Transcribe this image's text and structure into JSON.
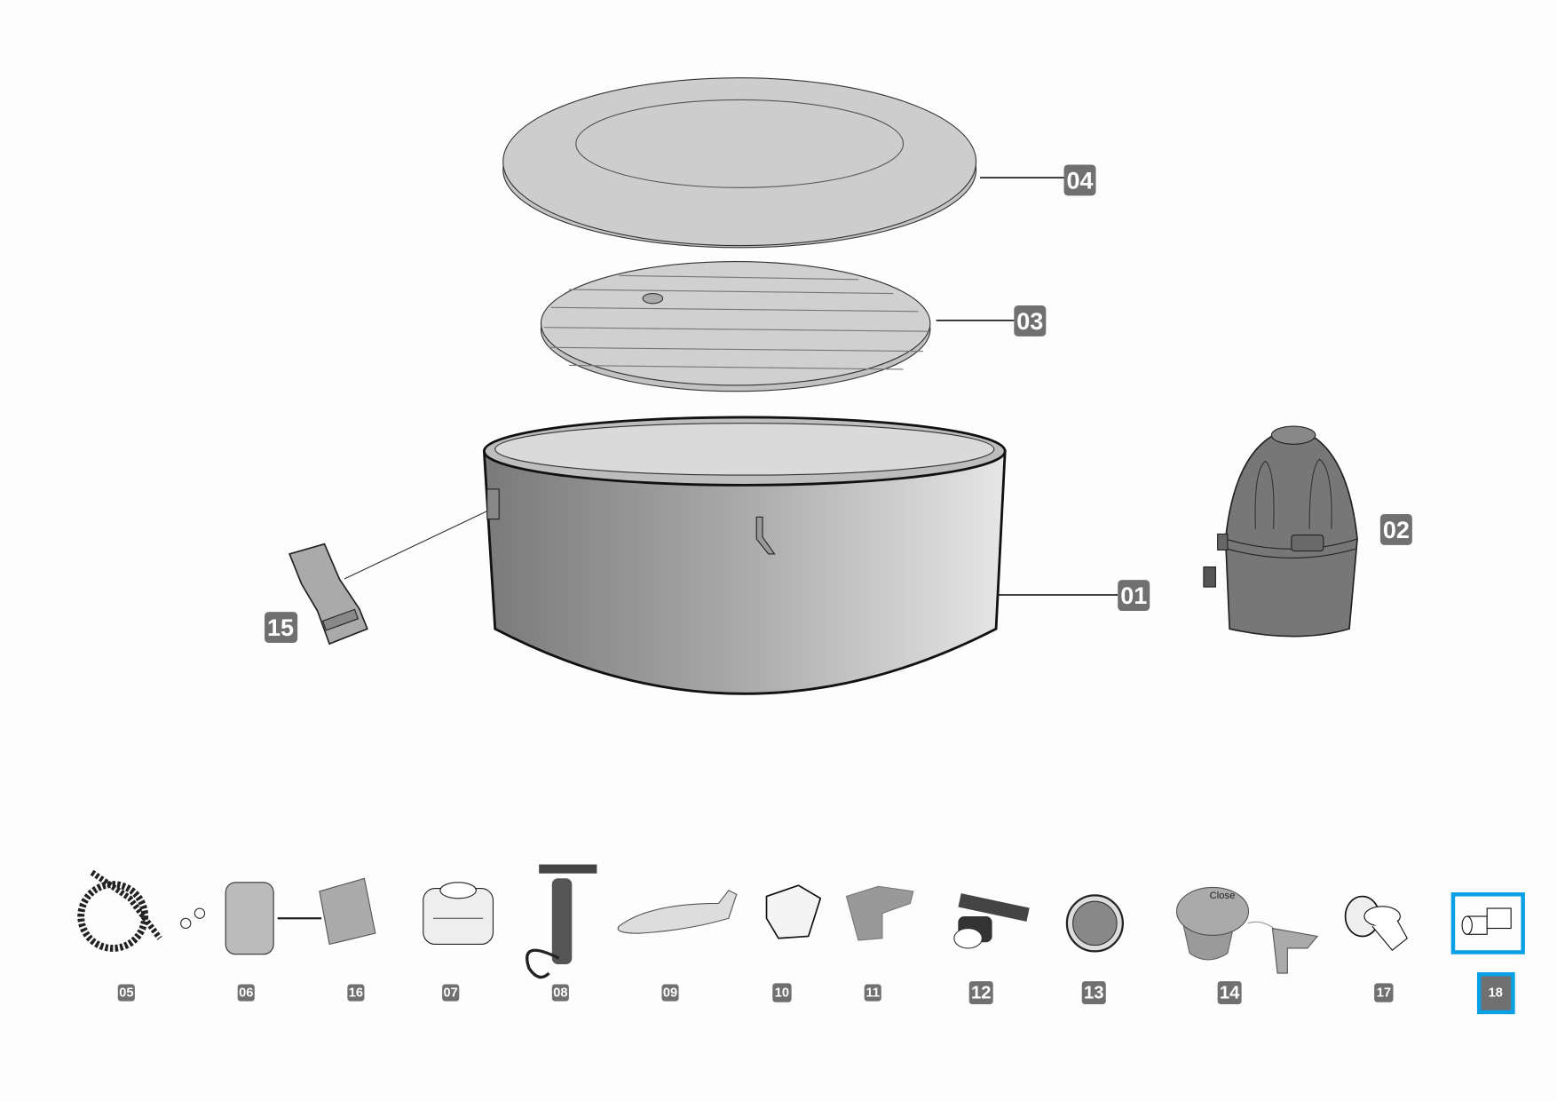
{
  "diagram": {
    "title": "Spa exploded parts diagram",
    "highlight_color": "#0aa0e6",
    "label_color": "#707070",
    "selected_part": "18",
    "main_parts": [
      {
        "id": "04",
        "label": "04"
      },
      {
        "id": "03",
        "label": "03"
      },
      {
        "id": "01",
        "label": "01"
      },
      {
        "id": "02",
        "label": "02"
      },
      {
        "id": "15",
        "label": "15"
      }
    ],
    "small_parts": [
      {
        "id": "05",
        "label": "05"
      },
      {
        "id": "06",
        "label": "06"
      },
      {
        "id": "16",
        "label": "16"
      },
      {
        "id": "07",
        "label": "07"
      },
      {
        "id": "08",
        "label": "08"
      },
      {
        "id": "09",
        "label": "09"
      },
      {
        "id": "10",
        "label": "10"
      },
      {
        "id": "11",
        "label": "11"
      },
      {
        "id": "12",
        "label": "12"
      },
      {
        "id": "13",
        "label": "13"
      },
      {
        "id": "14",
        "label": "14"
      },
      {
        "id": "17",
        "label": "17"
      },
      {
        "id": "18",
        "label": "18"
      }
    ],
    "part14_text": "Close"
  }
}
